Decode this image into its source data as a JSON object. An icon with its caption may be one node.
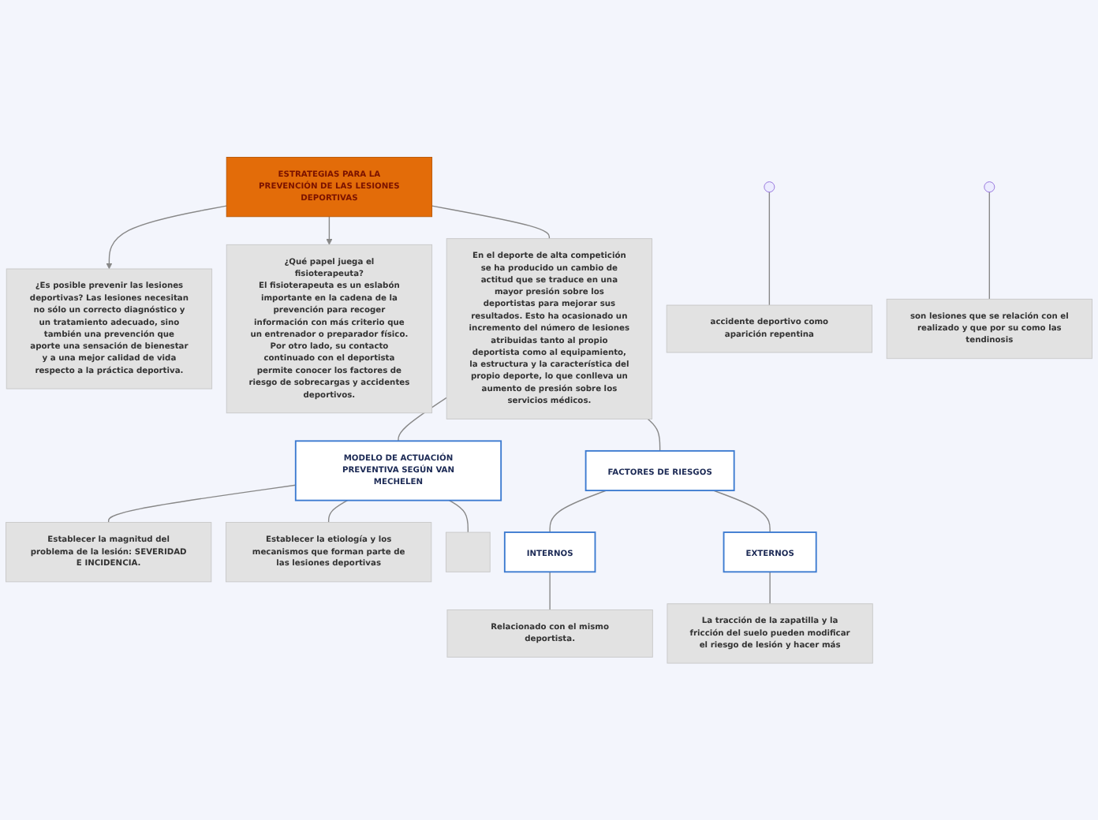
{
  "diagram": {
    "nodes": [
      {
        "text": [
          "ESTRATEGIAS PARA LA PREVENCIÓN DE LAS LESIONES DEPORTIVAS"
        ]
      },
      {
        "text": [
          "¿Es posible prevenir las lesiones deportivas? Las lesiones necesitan no sólo un correcto diagnóstico y un tratamiento adecuado, sino también una prevención que aporte una sensación de bienestar y a una mejor calidad de vida respecto a la práctica deportiva."
        ]
      },
      {
        "text": [
          "¿Qué papel juega el fisioterapeuta?",
          "El fisioterapeuta es un eslabón importante en la cadena de la prevención para recoger información con más criterio que un entrenador o preparador físico. Por otro lado, su contacto continuado con el deportista permite conocer los factores de riesgo de sobrecargas y accidentes deportivos."
        ]
      },
      {
        "text": [
          "En el deporte de alta competición se ha producido un cambio de actitud que se traduce en una mayor presión sobre los deportistas para mejorar sus resultados. Esto ha ocasionado un incremento del número de lesiones atribuidas tanto al propio deportista como al equipamiento, la estructura y la característica del propio deporte, lo que conlleva un aumento de presión sobre los servicios médicos."
        ]
      },
      {
        "text": [
          "MODELO DE ACTUACIÓN PREVENTIVA SEGÚN VAN MECHELEN"
        ]
      },
      {
        "text": [
          "Establecer la magnitud del problema de la lesión: SEVERIDAD E INCIDENCIA."
        ]
      },
      {
        "text": [
          "Establecer la etiología y los mecanismos que forman parte de las lesiones deportivas"
        ]
      },
      {
        "text": [],
        "shape": "box"
      },
      {
        "text": [
          "FACTORES DE RIESGOS"
        ]
      },
      {
        "text": [
          "INTERNOS"
        ]
      },
      {
        "text": [
          "EXTERNOS"
        ]
      },
      {
        "text": [
          "Relacionado con el mismo deportista."
        ]
      },
      {
        "text": [
          "La tracción de la zapatilla y la fricción del suelo pueden modificar el riesgo de lesión y hacer más"
        ]
      },
      {
        "text": [
          "accidente deportivo como aparición repentina"
        ]
      },
      {
        "text": [
          "son lesiones que se relación con el realizado y que por su como las tendinosis"
        ]
      }
    ],
    "edges": [
      {
        "from": 0,
        "to": 1,
        "arrow": "to"
      },
      {
        "from": 0,
        "to": 2,
        "arrow": "to"
      },
      {
        "from": 0,
        "to": 3,
        "arrow": "none"
      },
      {
        "from": 3,
        "to": 4,
        "arrow": "none"
      },
      {
        "from": 3,
        "to": 8,
        "arrow": "none"
      },
      {
        "from": 4,
        "to": 5,
        "arrow": "none"
      },
      {
        "from": 4,
        "to": 6,
        "arrow": "none"
      },
      {
        "from": 4,
        "to": 7,
        "arrow": "none"
      },
      {
        "from": 8,
        "to": 9,
        "arrow": "none"
      },
      {
        "from": 8,
        "to": 10,
        "arrow": "none"
      },
      {
        "from": 9,
        "to": 11,
        "arrow": "none"
      },
      {
        "from": 10,
        "to": 12,
        "arrow": "none"
      },
      {
        "from": null,
        "to": 13,
        "arrow": "none"
      },
      {
        "from": null,
        "to": 14,
        "arrow": "none"
      }
    ]
  }
}
